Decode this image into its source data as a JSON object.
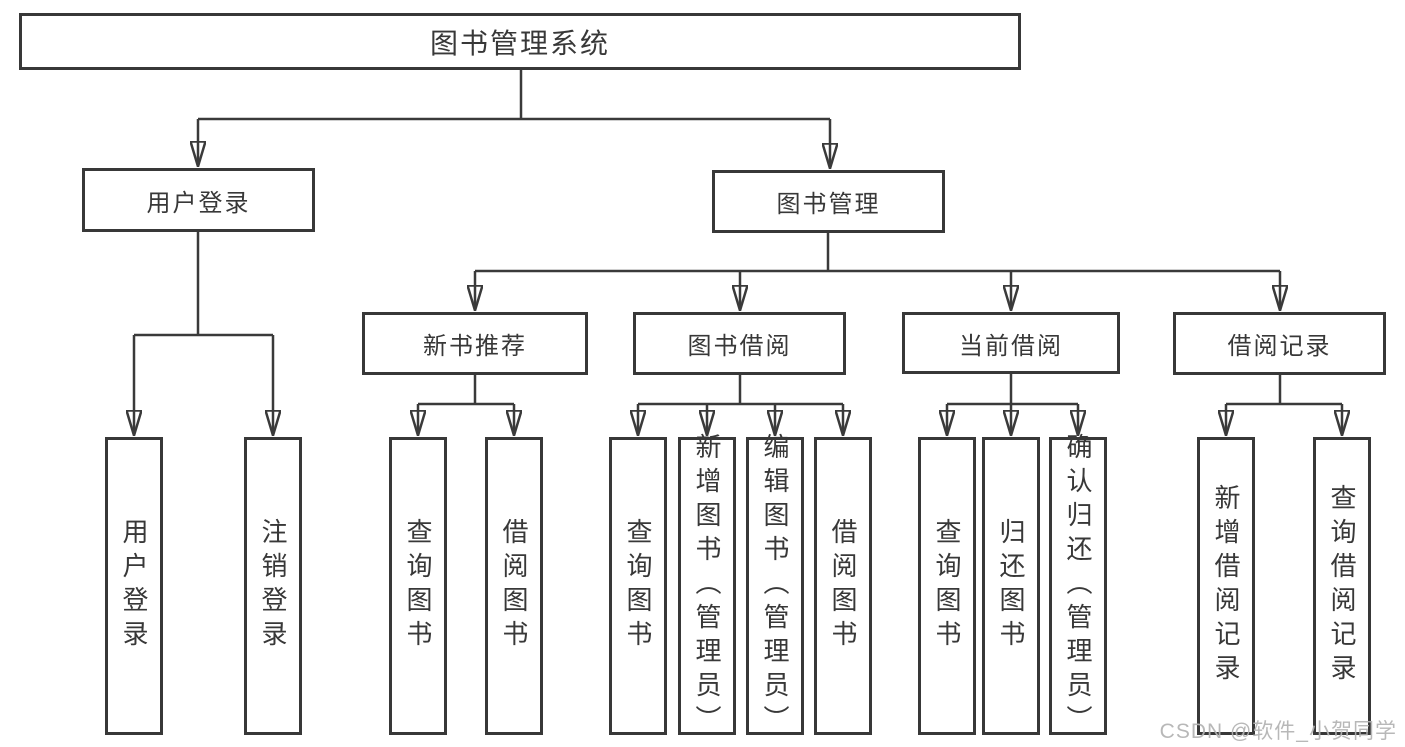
{
  "tree": {
    "root": "图书管理系统",
    "branches": [
      {
        "label": "用户登录",
        "children": [
          "用户登录",
          "注销登录"
        ]
      },
      {
        "label": "图书管理",
        "sections": [
          {
            "label": "新书推荐",
            "children": [
              "查询图书",
              "借阅图书"
            ]
          },
          {
            "label": "图书借阅",
            "children": [
              "查询图书",
              "新增图书（管理员）",
              "编辑图书（管理员）",
              "借阅图书"
            ]
          },
          {
            "label": "当前借阅",
            "children": [
              "查询图书",
              "归还图书",
              "确认归还（管理员）"
            ]
          },
          {
            "label": "借阅记录",
            "children": [
              "新增借阅记录",
              "查询借阅记录"
            ]
          }
        ]
      }
    ]
  },
  "watermark": "CSDN @软件_小贺同学"
}
